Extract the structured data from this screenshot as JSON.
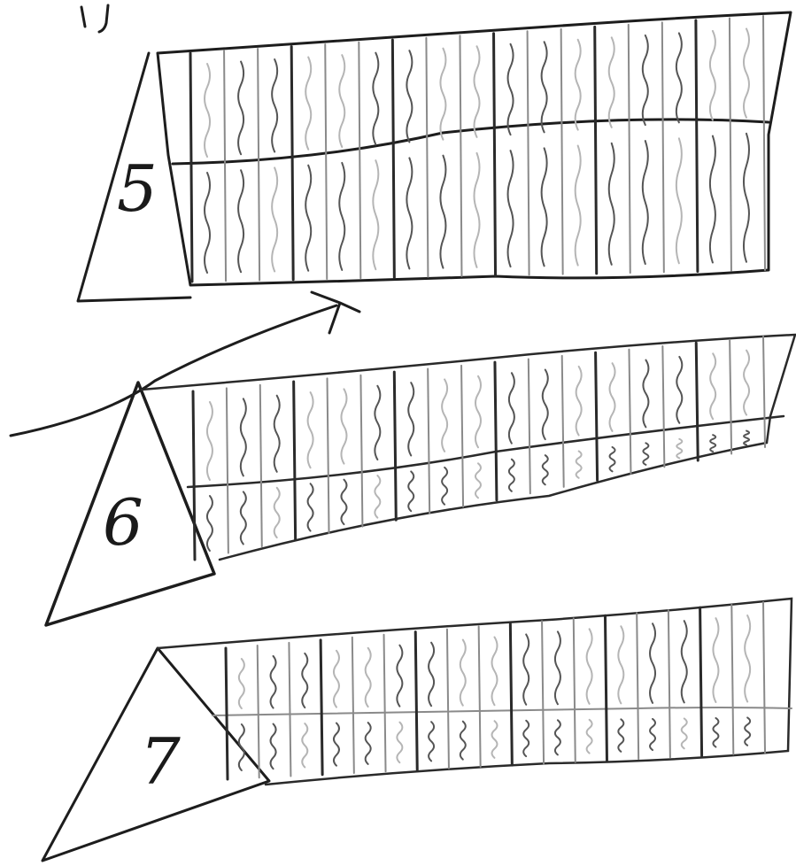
{
  "sketch": {
    "panels": [
      {
        "label": "5"
      },
      {
        "label": "6"
      },
      {
        "label": "7"
      }
    ],
    "colors": {
      "ink": "#1d1d1d",
      "pencil": "#2a2a2a",
      "faint": "#8a8a8a",
      "paper": "#ffffff"
    }
  }
}
